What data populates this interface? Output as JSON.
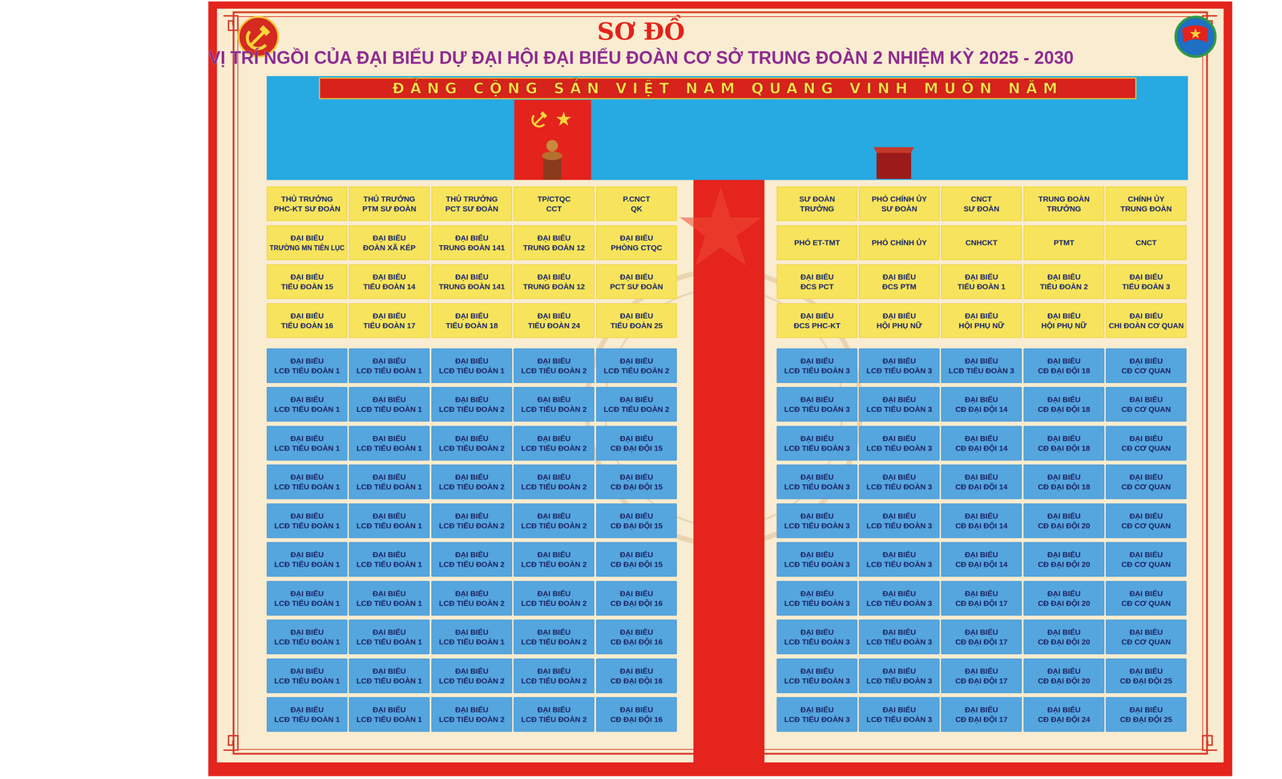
{
  "diagram": {
    "title": "SƠ ĐỒ",
    "nodes": [
      {
        "text": [
          "ĐẢNG CỘNG SẢN VIỆT NAM QUANG VINH MUÔN NĂM"
        ]
      },
      {
        "text": [
          "THỦ TRƯỞNG",
          "PHC-KT SƯ ĐOÀN"
        ]
      },
      {
        "text": [
          "THỦ TRƯỞNG",
          "PTM SƯ ĐOÀN"
        ]
      },
      {
        "text": [
          "THỦ TRƯỞNG",
          "PCT SƯ ĐOÀN"
        ]
      },
      {
        "text": [
          "TP/CTQC",
          "CCT"
        ]
      },
      {
        "text": [
          "P.CNCT",
          "QK"
        ]
      },
      {
        "text": [
          "SƯ ĐOÀN",
          "TRƯỞNG"
        ]
      },
      {
        "text": [
          "PHÓ CHÍNH ỦY",
          "SƯ ĐOÀN"
        ]
      },
      {
        "text": [
          "CNCT",
          "SƯ ĐOÀN"
        ]
      },
      {
        "text": [
          "TRUNG ĐOÀN",
          "TRƯỞNG"
        ]
      },
      {
        "text": [
          "CHÍNH ỦY",
          "TRUNG ĐOÀN"
        ]
      },
      {
        "text": [
          "ĐẠI BIỂU",
          "TRƯỜNG MN TIÊN LỤC"
        ]
      },
      {
        "text": [
          "ĐẠI BIỂU",
          "ĐOÀN XÃ KÉP"
        ]
      },
      {
        "text": [
          "ĐẠI BIỂU",
          "TRUNG ĐOÀN 141"
        ]
      },
      {
        "text": [
          "ĐẠI BIỂU",
          "TRUNG ĐOÀN 12"
        ]
      },
      {
        "text": [
          "ĐẠI BIỂU",
          "PHÒNG CTQC"
        ]
      },
      {
        "text": [
          "PHÓ ET-TMT"
        ]
      },
      {
        "text": [
          "PHÓ CHÍNH ỦY"
        ]
      },
      {
        "text": [
          "CNHCKT"
        ]
      },
      {
        "text": [
          "PTMT"
        ]
      },
      {
        "text": [
          "CNCT"
        ]
      },
      {
        "text": [
          "ĐẠI BIỂU",
          "TIỂU ĐOÀN 15"
        ]
      },
      {
        "text": [
          "ĐẠI BIỂU",
          "TIỂU ĐOÀN 14"
        ]
      },
      {
        "text": [
          "ĐẠI BIỂU",
          "TRUNG ĐOÀN 141"
        ]
      },
      {
        "text": [
          "ĐẠI BIỂU",
          "TRUNG ĐOÀN 12"
        ]
      },
      {
        "text": [
          "ĐẠI BIỂU",
          "PCT SƯ ĐOÀN"
        ]
      },
      {
        "text": [
          "ĐẠI BIỂU",
          "ĐCS PCT"
        ]
      },
      {
        "text": [
          "ĐẠI BIỂU",
          "ĐCS PTM"
        ]
      },
      {
        "text": [
          "ĐẠI BIỂU",
          "TIỂU ĐOÀN 1"
        ]
      },
      {
        "text": [
          "ĐẠI BIỂU",
          "TIỂU ĐOÀN 2"
        ]
      },
      {
        "text": [
          "ĐẠI BIỂU",
          "TIỂU ĐOÀN 3"
        ]
      },
      {
        "text": [
          "ĐẠI BIỂU",
          "TIỂU ĐOÀN 16"
        ]
      },
      {
        "text": [
          "ĐẠI BIỂU",
          "TIỂU ĐOÀN 17"
        ]
      },
      {
        "text": [
          "ĐẠI BIỂU",
          "TIỂU ĐOÀN 18"
        ]
      },
      {
        "text": [
          "ĐẠI BIỂU",
          "TIỂU ĐOÀN 24"
        ]
      },
      {
        "text": [
          "ĐẠI BIỂU",
          "TIỂU ĐOÀN 25"
        ]
      },
      {
        "text": [
          "ĐẠI BIỂU",
          "ĐCS PHC-KT"
        ]
      },
      {
        "text": [
          "ĐẠI BIỂU",
          "HỘI PHỤ NỮ"
        ]
      },
      {
        "text": [
          "ĐẠI BIỂU",
          "HỘI PHỤ NỮ"
        ]
      },
      {
        "text": [
          "ĐẠI BIỂU",
          "HỘI PHỤ NỮ"
        ]
      },
      {
        "text": [
          "ĐẠI BIỂU",
          "CHI ĐOÀN CƠ QUAN"
        ]
      },
      {
        "text": [
          "ĐẠI BIỂU",
          "LCĐ TIỂU ĐOÀN 1"
        ]
      },
      {
        "text": [
          "ĐẠI BIỂU",
          "LCĐ TIỂU ĐOÀN 1"
        ]
      },
      {
        "text": [
          "ĐẠI BIỂU",
          "LCĐ TIỂU ĐOÀN 1"
        ]
      },
      {
        "text": [
          "ĐẠI BIỂU",
          "LCĐ TIỂU ĐOÀN 2"
        ]
      },
      {
        "text": [
          "ĐẠI BIỂU",
          "LCĐ TIỂU ĐOÀN 2"
        ]
      },
      {
        "text": [
          "ĐẠI BIỂU",
          "LCĐ TIỂU ĐOÀN 3"
        ]
      },
      {
        "text": [
          "ĐẠI BIỂU",
          "LCĐ TIỂU ĐOÀN 3"
        ]
      },
      {
        "text": [
          "ĐẠI BIỂU",
          "LCĐ TIỂU ĐOÀN 3"
        ]
      },
      {
        "text": [
          "ĐẠI BIỂU",
          "CĐ ĐẠI ĐỘI 18"
        ]
      },
      {
        "text": [
          "ĐẠI BIỂU",
          "CĐ CƠ QUAN"
        ]
      },
      {
        "text": [
          "ĐẠI BIỂU",
          "LCĐ TIỂU ĐOÀN 1"
        ]
      },
      {
        "text": [
          "ĐẠI BIỂU",
          "LCĐ TIỂU ĐOÀN 1"
        ]
      },
      {
        "text": [
          "ĐẠI BIỂU",
          "LCĐ TIỂU ĐOÀN 2"
        ]
      },
      {
        "text": [
          "ĐẠI BIỂU",
          "LCĐ TIỂU ĐOÀN 2"
        ]
      },
      {
        "text": [
          "ĐẠI BIỂU",
          "LCĐ TIỂU ĐOÀN 2"
        ]
      },
      {
        "text": [
          "ĐẠI BIỂU",
          "LCĐ TIỂU ĐOÀN 3"
        ]
      },
      {
        "text": [
          "ĐẠI BIỂU",
          "LCĐ TIỂU ĐOÀN 3"
        ]
      },
      {
        "text": [
          "ĐẠI BIỂU",
          "CĐ ĐẠI ĐỘI 14"
        ]
      },
      {
        "text": [
          "ĐẠI BIỂU",
          "CĐ ĐẠI ĐỘI 18"
        ]
      },
      {
        "text": [
          "ĐẠI BIỂU",
          "CĐ CƠ QUAN"
        ]
      },
      {
        "text": [
          "ĐẠI BIỂU",
          "LCĐ TIỂU ĐOÀN 1"
        ]
      },
      {
        "text": [
          "ĐẠI BIỂU",
          "LCĐ TIỂU ĐOÀN 1"
        ]
      },
      {
        "text": [
          "ĐẠI BIỂU",
          "LCĐ TIỂU ĐOÀN 2"
        ]
      },
      {
        "text": [
          "ĐẠI BIỂU",
          "LCĐ TIỂU ĐOÀN 2"
        ]
      },
      {
        "text": [
          "ĐẠI BIỂU",
          "CĐ ĐẠI ĐỘI 15"
        ]
      },
      {
        "text": [
          "ĐẠI BIỂU",
          "LCĐ TIỂU ĐOÀN 3"
        ]
      },
      {
        "text": [
          "ĐẠI BIỂU",
          "LCĐ TIỂU ĐOÀN 3"
        ]
      },
      {
        "text": [
          "ĐẠI BIỂU",
          "CĐ ĐẠI ĐỘI 14"
        ]
      },
      {
        "text": [
          "ĐẠI BIỂU",
          "CĐ ĐẠI ĐỘI 18"
        ]
      },
      {
        "text": [
          "ĐẠI BIỂU",
          "CĐ CƠ QUAN"
        ]
      },
      {
        "text": [
          "ĐẠI BIỂU",
          "LCĐ TIỂU ĐOÀN 1"
        ]
      },
      {
        "text": [
          "ĐẠI BIỂU",
          "LCĐ TIỂU ĐOÀN 1"
        ]
      },
      {
        "text": [
          "ĐẠI BIỂU",
          "LCĐ TIỂU ĐOÀN 2"
        ]
      },
      {
        "text": [
          "ĐẠI BIỂU",
          "LCĐ TIỂU ĐOÀN 2"
        ]
      },
      {
        "text": [
          "ĐẠI BIỂU",
          "CĐ ĐẠI ĐỘI 15"
        ]
      },
      {
        "text": [
          "ĐẠI BIỂU",
          "LCĐ TIỂU ĐOÀN 3"
        ]
      },
      {
        "text": [
          "ĐẠI BIỂU",
          "LCĐ TIỂU ĐOÀN 3"
        ]
      },
      {
        "text": [
          "ĐẠI BIỂU",
          "CĐ ĐẠI ĐỘI 14"
        ]
      },
      {
        "text": [
          "ĐẠI BIỂU",
          "CĐ ĐẠI ĐỘI 18"
        ]
      },
      {
        "text": [
          "ĐẠI BIỂU",
          "CĐ CƠ QUAN"
        ]
      },
      {
        "text": [
          "ĐẠI BIỂU",
          "LCĐ TIỂU ĐOÀN 1"
        ]
      },
      {
        "text": [
          "ĐẠI BIỂU",
          "LCĐ TIỂU ĐOÀN 1"
        ]
      },
      {
        "text": [
          "ĐẠI BIỂU",
          "LCĐ TIỂU ĐOÀN 2"
        ]
      },
      {
        "text": [
          "ĐẠI BIỂU",
          "LCĐ TIỂU ĐOÀN 2"
        ]
      },
      {
        "text": [
          "ĐẠI BIỂU",
          "CĐ ĐẠI ĐỘI 15"
        ]
      },
      {
        "text": [
          "ĐẠI BIỂU",
          "LCĐ TIỂU ĐOÀN 3"
        ]
      },
      {
        "text": [
          "ĐẠI BIỂU",
          "LCĐ TIỂU ĐOÀN 3"
        ]
      },
      {
        "text": [
          "ĐẠI BIỂU",
          "CĐ ĐẠI ĐỘI 14"
        ]
      },
      {
        "text": [
          "ĐẠI BIỂU",
          "CĐ ĐẠI ĐỘI 20"
        ]
      },
      {
        "text": [
          "ĐẠI BIỂU",
          "CĐ CƠ QUAN"
        ]
      },
      {
        "text": [
          "ĐẠI BIỂU",
          "LCĐ TIỂU ĐOÀN 1"
        ]
      },
      {
        "text": [
          "ĐẠI BIỂU",
          "LCĐ TIỂU ĐOÀN 1"
        ]
      },
      {
        "text": [
          "ĐẠI BIỂU",
          "LCĐ TIỂU ĐOÀN 2"
        ]
      },
      {
        "text": [
          "ĐẠI BIỂU",
          "LCĐ TIỂU ĐOÀN 2"
        ]
      },
      {
        "text": [
          "ĐẠI BIỂU",
          "CĐ ĐẠI ĐỘI 15"
        ]
      },
      {
        "text": [
          "ĐẠI BIỂU",
          "LCĐ TIỂU ĐOÀN 3"
        ]
      },
      {
        "text": [
          "ĐẠI BIỂU",
          "LCĐ TIỂU ĐOÀN 3"
        ]
      },
      {
        "text": [
          "ĐẠI BIỂU",
          "CĐ ĐẠI ĐỘI 14"
        ]
      },
      {
        "text": [
          "ĐẠI BIỂU",
          "CĐ ĐẠI ĐỘI 20"
        ]
      },
      {
        "text": [
          "ĐẠI BIỂU",
          "CĐ CƠ QUAN"
        ]
      },
      {
        "text": [
          "ĐẠI BIỂU",
          "LCĐ TIỂU ĐOÀN 1"
        ]
      },
      {
        "text": [
          "ĐẠI BIỂU",
          "LCĐ TIỂU ĐOÀN 1"
        ]
      },
      {
        "text": [
          "ĐẠI BIỂU",
          "LCĐ TIỂU ĐOÀN 2"
        ]
      },
      {
        "text": [
          "ĐẠI BIỂU",
          "LCĐ TIỂU ĐOÀN 2"
        ]
      },
      {
        "text": [
          "ĐẠI BIỂU",
          "CĐ ĐẠI ĐỘI 16"
        ]
      },
      {
        "text": [
          "ĐẠI BIỂU",
          "LCĐ TIỂU ĐOÀN 3"
        ]
      },
      {
        "text": [
          "ĐẠI BIỂU",
          "LCĐ TIỂU ĐOÀN 3"
        ]
      },
      {
        "text": [
          "ĐẠI BIỂU",
          "CĐ ĐẠI ĐỘI 17"
        ]
      },
      {
        "text": [
          "ĐẠI BIỂU",
          "CĐ ĐẠI ĐỘI 20"
        ]
      },
      {
        "text": [
          "ĐẠI BIỂU",
          "CĐ CƠ QUAN"
        ]
      },
      {
        "text": [
          "ĐẠI BIỂU",
          "LCĐ TIỂU ĐOÀN 1"
        ]
      },
      {
        "text": [
          "ĐẠI BIỂU",
          "LCĐ TIỂU ĐOÀN 1"
        ]
      },
      {
        "text": [
          "ĐẠI BIỂU",
          "LCĐ TIỂU ĐOÀN 1"
        ]
      },
      {
        "text": [
          "ĐẠI BIỂU",
          "LCĐ TIỂU ĐOÀN 2"
        ]
      },
      {
        "text": [
          "ĐẠI BIỂU",
          "CĐ ĐẠI ĐỘI 16"
        ]
      },
      {
        "text": [
          "ĐẠI BIỂU",
          "LCĐ TIỂU ĐOÀN 3"
        ]
      },
      {
        "text": [
          "ĐẠI BIỂU",
          "LCĐ TIỂU ĐOÀN 3"
        ]
      },
      {
        "text": [
          "ĐẠI BIỂU",
          "CĐ ĐẠI ĐỘI 17"
        ]
      },
      {
        "text": [
          "ĐẠI BIỂU",
          "CĐ ĐẠI ĐỘI 20"
        ]
      },
      {
        "text": [
          "ĐẠI BIỂU",
          "CĐ CƠ QUAN"
        ]
      },
      {
        "text": [
          "ĐẠI BIỂU",
          "LCĐ TIỂU ĐOÀN 1"
        ]
      },
      {
        "text": [
          "ĐẠI BIỂU",
          "LCĐ TIỂU ĐOÀN 1"
        ]
      },
      {
        "text": [
          "ĐẠI BIỂU",
          "LCĐ TIỂU ĐOÀN 2"
        ]
      },
      {
        "text": [
          "ĐẠI BIỂU",
          "LCĐ TIỂU ĐOÀN 2"
        ]
      },
      {
        "text": [
          "ĐẠI BIỂU",
          "CĐ ĐẠI ĐỘI 16"
        ]
      },
      {
        "text": [
          "ĐẠI BIỂU",
          "LCĐ TIỂU ĐOÀN 3"
        ]
      },
      {
        "text": [
          "ĐẠI BIỂU",
          "LCĐ TIỂU ĐOÀN 3"
        ]
      },
      {
        "text": [
          "ĐẠI BIỂU",
          "CĐ ĐẠI ĐỘI 17"
        ]
      },
      {
        "text": [
          "ĐẠI BIỂU",
          "CĐ ĐẠI ĐỘI 20"
        ]
      },
      {
        "text": [
          "ĐẠI BIỂU",
          "CĐ ĐẠI ĐỘI 25"
        ]
      },
      {
        "text": [
          "ĐẠI BIỂU",
          "LCĐ TIỂU ĐOÀN 1"
        ]
      },
      {
        "text": [
          "ĐẠI BIỂU",
          "LCĐ TIỂU ĐOÀN 1"
        ]
      },
      {
        "text": [
          "ĐẠI BIỂU",
          "LCĐ TIỂU ĐOÀN 2"
        ]
      },
      {
        "text": [
          "ĐẠI BIỂU",
          "LCĐ TIỂU ĐOÀN 2"
        ]
      },
      {
        "text": [
          "ĐẠI BIỂU",
          "CĐ ĐẠI ĐỘI 16"
        ]
      },
      {
        "text": [
          "ĐẠI BIỂU",
          "LCĐ TIỂU ĐOÀN 3"
        ]
      },
      {
        "text": [
          "ĐẠI BIỂU",
          "LCĐ TIỂU ĐOÀN 3"
        ]
      },
      {
        "text": [
          "ĐẠI BIỂU",
          "CĐ ĐẠI ĐỘI 17"
        ]
      },
      {
        "text": [
          "ĐẠI BIỂU",
          "CĐ ĐẠI ĐỘI 24"
        ]
      },
      {
        "text": [
          "ĐẠI BIỂU",
          "CĐ ĐẠI ĐỘI 25"
        ]
      }
    ],
    "labels": [
      "VỊ TRÍ NGỒI CỦA ĐẠI BIỂU DỰ ĐẠI HỘI ĐẠI BIỂU ĐOÀN CƠ SỞ TRUNG ĐOÀN 2 NHIỆM KỲ 2025 - 2030"
    ]
  }
}
